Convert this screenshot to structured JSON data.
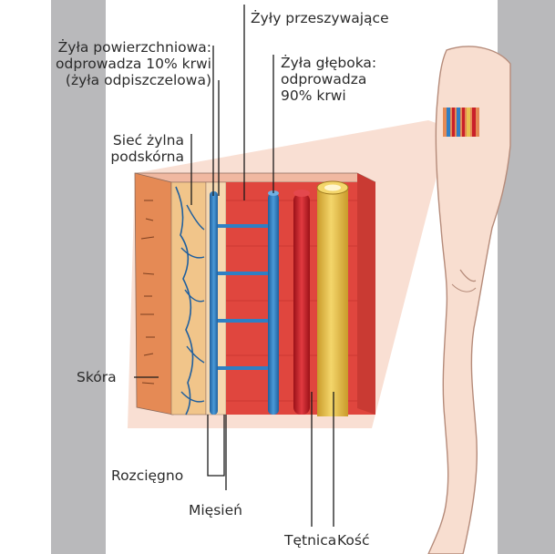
{
  "diagram": {
    "labels": {
      "perforating_veins": "Żyły przeszywające",
      "superficial_vein_line1": "Żyła powierzchniowa:",
      "superficial_vein_line2": "odprowadza 10% krwi",
      "superficial_vein_line3": "(żyła odpiszczelowa)",
      "deep_vein_line1": "Żyła głęboka:",
      "deep_vein_line2": "odprowadza",
      "deep_vein_line3": "90% krwi",
      "subcutaneous_network_line1": "Sieć żylna",
      "subcutaneous_network_line2": "podskórna",
      "skin": "Skóra",
      "aponeurosis": "Rozcięgno",
      "muscle": "Mięsień",
      "artery": "Tętnica",
      "bone": "Kość"
    },
    "colors": {
      "side_bands": "#b9b9bb",
      "skin_tissue": "#e58a55",
      "fat_layer": "#f1c58a",
      "muscle": "#e0463e",
      "vein": "#2f7fc4",
      "artery": "#c9202a",
      "bone": "#e8c350",
      "leg_skin": "#f8ded0"
    }
  }
}
